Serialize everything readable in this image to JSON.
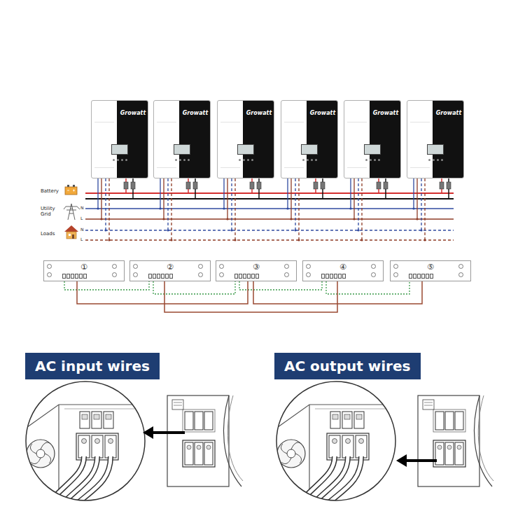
{
  "diagram": {
    "nodes": [
      {
        "text": [
          "Growatt"
        ]
      },
      {
        "text": [
          "Growatt"
        ]
      },
      {
        "text": [
          "Growatt"
        ]
      },
      {
        "text": [
          "Growatt"
        ]
      },
      {
        "text": [
          "Growatt"
        ]
      },
      {
        "text": [
          "Growatt"
        ]
      },
      {
        "text": [
          "①"
        ]
      },
      {
        "text": [
          "②"
        ]
      },
      {
        "text": [
          "③"
        ]
      },
      {
        "text": [
          "④"
        ]
      },
      {
        "text": [
          "⑤"
        ]
      },
      {
        "text": [
          "AC input wires"
        ]
      },
      {
        "text": [
          "AC output wires"
        ]
      }
    ],
    "edges": [
      {
        "from": 6,
        "to": 7,
        "arrow": "none"
      },
      {
        "from": 7,
        "to": 8,
        "arrow": "none"
      },
      {
        "from": 8,
        "to": 9,
        "arrow": "none"
      },
      {
        "from": 9,
        "to": 10,
        "arrow": "none"
      },
      {
        "from": 6,
        "to": 8,
        "arrow": "none"
      },
      {
        "from": 7,
        "to": 9,
        "arrow": "none"
      },
      {
        "from": 8,
        "to": 10,
        "arrow": "none"
      }
    ],
    "labels": [
      "Battery",
      "Utility Grid",
      "Loads",
      "N",
      "L",
      "N",
      "L"
    ]
  }
}
